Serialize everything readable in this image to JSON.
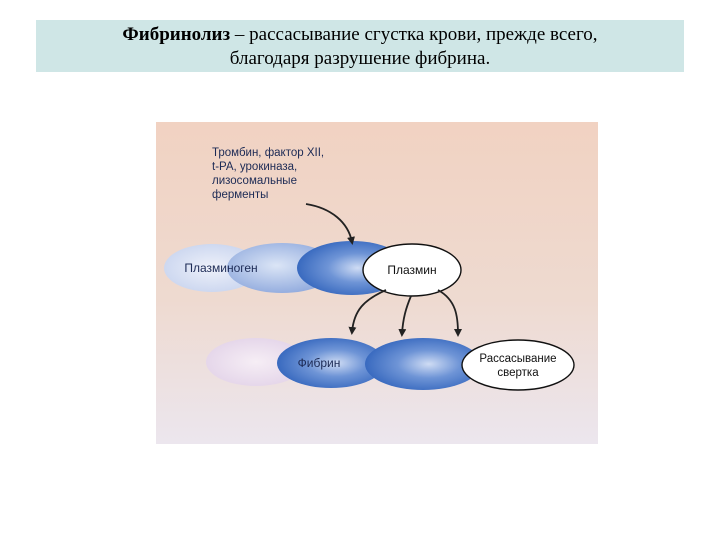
{
  "title": {
    "term": "Фибринолиз",
    "rest_line1": " – рассасывание сгустка крови, прежде всего,",
    "line2": "благодаря разрушение фибрина."
  },
  "diagram": {
    "activators": [
      "Тромбин, фактор XII,",
      "t-PA, урокиназа,",
      "лизосомальные",
      "ферменты"
    ],
    "plasminogen": "Плазминоген",
    "plasmin": "Плазмин",
    "fibrin": "Фибрин",
    "dissolution": [
      "Рассасывание",
      "свертка"
    ]
  },
  "colors": {
    "title_bg": "#cfe6e6",
    "figure_bg": "#f0d6c7",
    "blue": "#3f73c6",
    "light_blue": "#d8e2f2"
  }
}
